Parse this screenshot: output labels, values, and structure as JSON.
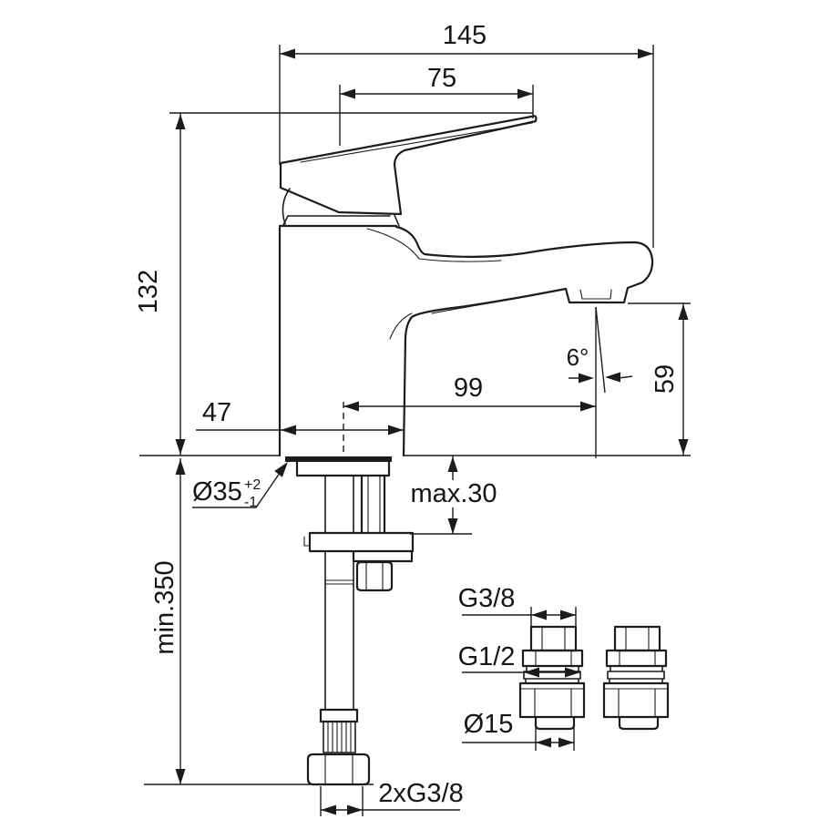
{
  "drawing": {
    "colors": {
      "line": "#1c1c1c",
      "background": "#ffffff"
    },
    "dims": {
      "overall_length": "145",
      "handle_length": "75",
      "height": "132",
      "body_width": "47",
      "spout_reach": "99",
      "spout_angle": "6°",
      "outlet_height": "59",
      "hole_dia": "Ø35",
      "hole_tol_up": "+2",
      "hole_tol_down": "-1",
      "deck_thickness": "max.30",
      "hose_length": "min.350",
      "thread_top": "G3/8",
      "thread_mid": "G1/2",
      "pipe_dia": "Ø15",
      "hose_threads": "2xG3/8"
    }
  }
}
